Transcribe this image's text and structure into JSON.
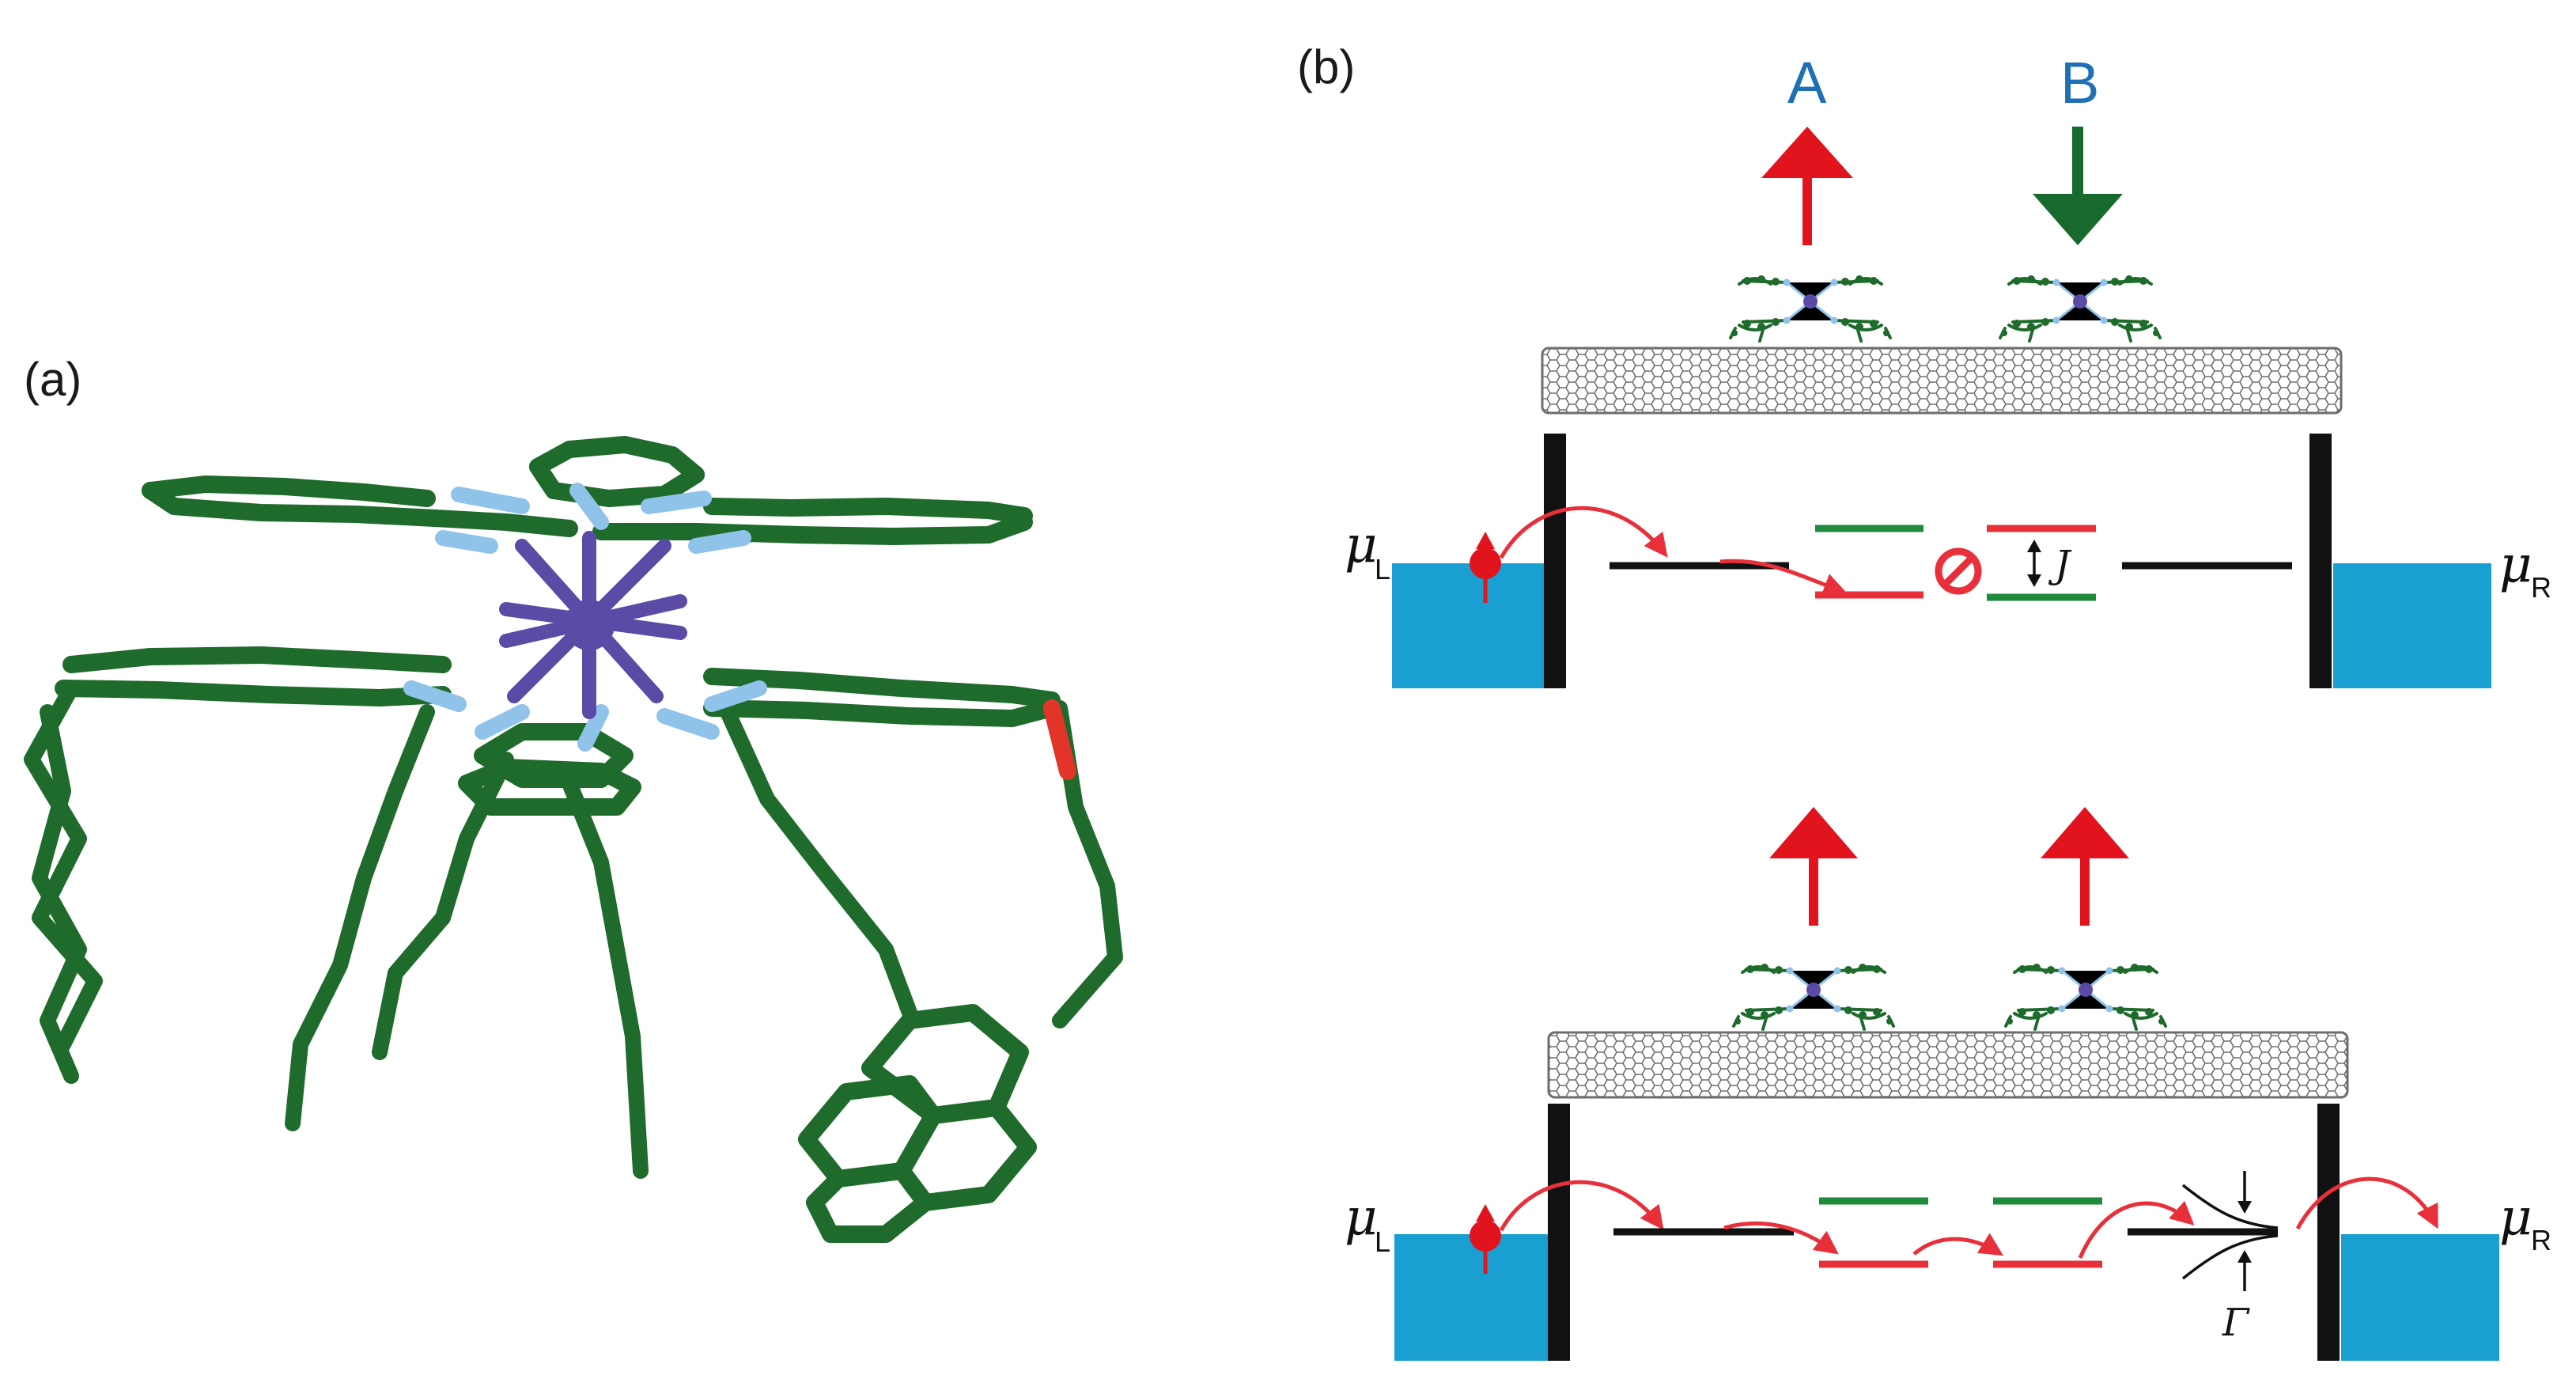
{
  "panels": {
    "a": {
      "label": "(a)"
    },
    "b": {
      "label": "(b)"
    }
  },
  "sites": {
    "a_label": "A",
    "b_label": "B"
  },
  "electrodes": {
    "mu_symbol": "μ",
    "left_sub": "L",
    "right_sub": "R"
  },
  "coupling": {
    "symbol": "J"
  },
  "broadening": {
    "symbol": "Γ"
  },
  "blocked_icon": "blocked-icon",
  "colors": {
    "molecule_green": "#1e6b2c",
    "nitrogen_blue": "#8fc3ea",
    "metal_purple": "#5b4aa6",
    "oxygen_red": "#e3342a",
    "spin_up_red": "#e1141e",
    "spin_down_green": "#17692e",
    "site_label_blue": "#1f6fb5",
    "reservoir_blue": "#1a9fd2",
    "level_red": "#e8303a",
    "level_green": "#1f8a3c",
    "barrier_black": "#111111"
  },
  "states": [
    {
      "name": "antiparallel",
      "site_a_spin": "up",
      "site_b_spin": "down",
      "transport": "blocked"
    },
    {
      "name": "parallel",
      "site_a_spin": "up",
      "site_b_spin": "up",
      "transport": "open"
    }
  ]
}
